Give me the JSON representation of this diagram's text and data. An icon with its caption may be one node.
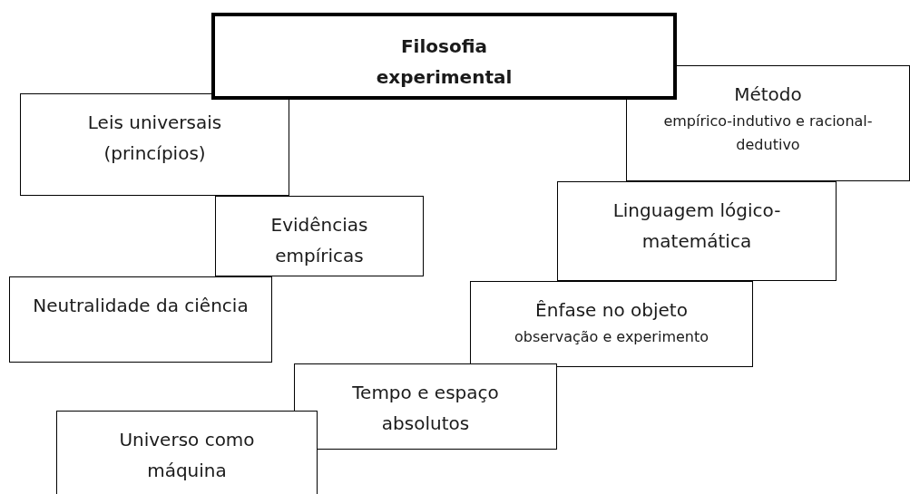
{
  "diagram": {
    "nodes": [
      {
        "text": [
          "Filosofia experimental"
        ]
      },
      {
        "text": [
          "Leis universais (princípios)"
        ]
      },
      {
        "text": [
          "Método",
          "empírico-indutivo e racional-dedutivo"
        ]
      },
      {
        "text": [
          "Evidências empíricas"
        ]
      },
      {
        "text": [
          "Linguagem lógico-matemática"
        ]
      },
      {
        "text": [
          "Neutralidade da ciência"
        ]
      },
      {
        "text": [
          "Ênfase no objeto",
          "observação e experimento"
        ]
      },
      {
        "text": [
          "Tempo e espaço absolutos"
        ]
      },
      {
        "text": [
          "Universo como máquina"
        ]
      }
    ]
  }
}
